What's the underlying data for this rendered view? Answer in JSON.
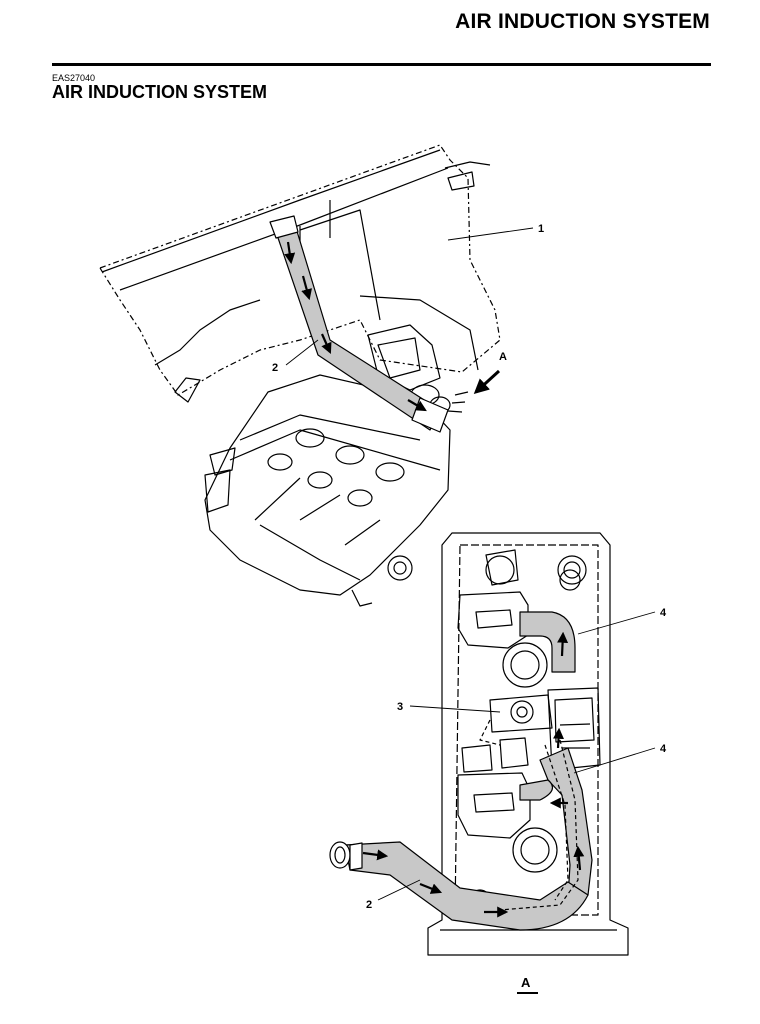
{
  "header": {
    "running_title": "AIR INDUCTION SYSTEM",
    "doc_code": "EAS27040",
    "section_title": "AIR INDUCTION SYSTEM"
  },
  "figure": {
    "callouts": {
      "c1": "1",
      "c2_upper": "2",
      "c2_lower": "2",
      "c3": "3",
      "c4_upper": "4",
      "c4_lower": "4",
      "view_arrow": "A"
    },
    "view_label": "A"
  },
  "colors": {
    "line": "#000000",
    "hose_fill": "#c8c8c8",
    "paper": "#ffffff"
  }
}
